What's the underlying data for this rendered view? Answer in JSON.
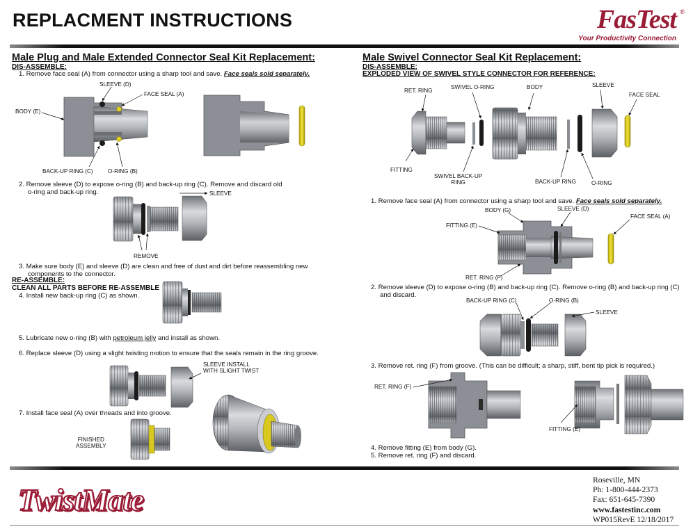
{
  "header": {
    "title": "REPLACMENT INSTRUCTIONS"
  },
  "brand_top": {
    "name": "FasTest",
    "tagline": "Your Productivity Connection",
    "registered": "®"
  },
  "left": {
    "heading": "Male Plug and Male Extended Connector Seal Kit Replacement:",
    "disassemble": "DIS-ASSEMBLE:",
    "step1_text": "1.  Remove face seal (A) from connector using a sharp tool and save. ",
    "step1_emph": "Face seals sold separately.",
    "labels1": {
      "sleeve": "SLEEVE (D)",
      "face_seal": "FACE SEAL (A)",
      "body": "BODY (E)",
      "backup": "BACK-UP RING (C)",
      "oring": "O-RING (B)"
    },
    "step2_a": "2.  Remove sleeve (D) to expose o-ring (B) and back-up ring (C). Remove and discard old",
    "step2_b": "o-ring and back-up ring.",
    "label_sleeve": "SLEEVE",
    "label_remove": "REMOVE",
    "step3_a": "3.  Make sure body (E) and sleeve (D) are clean and free of dust and dirt before reassembling new",
    "step3_b": "components to the connector.",
    "reassemble": "RE-ASSEMBLE:",
    "clean_note": "CLEAN ALL PARTS BEFORE RE-ASSEMBLE",
    "step4": "4.  Install new back-up ring (C) as shown.",
    "step5_a": "5.  Lubricate new o-ring (B) with ",
    "step5_link": "petroleum jelly",
    "step5_b": " and install as shown.",
    "step6": "6.  Replace sleeve (D) using a slight twisting motion to ensure that the seals remain in the ring groove.",
    "label_sleeve_install_1": "SLEEVE INSTALL",
    "label_sleeve_install_2": "WITH SLIGHT TWIST",
    "step7": "7.  Install face seal (A) over threads and into groove.",
    "label_finished_1": "FINISHED",
    "label_finished_2": "ASSEMBLY"
  },
  "right": {
    "heading": "Male Swivel Connector Seal Kit Replacement:",
    "disassemble": "DIS-ASSEMBLE:",
    "exploded_note": "EXPLODED VIEW OF SWIVEL STYLE CONNECTOR FOR REFERENCE:",
    "labels_exploded": {
      "ret_ring": "RET. RING",
      "swivel_oring": "SWIVEL O-RING",
      "body": "BODY",
      "sleeve": "SLEEVE",
      "face_seal": "FACE SEAL",
      "fitting": "FITTING",
      "swivel_backup_1": "SWIVEL BACK-UP",
      "swivel_backup_2": "RING",
      "backup": "BACK-UP RING",
      "oring": "O-RING"
    },
    "step1_text": "1.  Remove face seal (A) from connector using a sharp tool and save. ",
    "step1_emph": "Face seals sold separately.",
    "labels_step1": {
      "body": "BODY (G)",
      "sleeve": "SLEEVE (D)",
      "fitting": "FITTING (E)",
      "face_seal": "FACE SEAL (A)",
      "ret_ring": "RET. RING (F)"
    },
    "step2_a": "2.  Remove sleeve (D) to expose o-ring (B) and back-up ring (C). Remove o-ring (B) and back-up ring (C)",
    "step2_b": "and discard.",
    "labels_step2": {
      "backup": "BACK-UP RING (C)",
      "oring": "O-RING (B)",
      "sleeve": "SLEEVE"
    },
    "step3": "3.  Remove ret. ring (F) from groove. (This can be difficult; a sharp, stiff, bent tip pick is required.)",
    "labels_step3": {
      "ret_ring": "RET. RING (F)",
      "fitting": "FITTING (E)"
    },
    "step4": "4.  Remove fitting (E) from body (G).",
    "step5": "5.  Remove ret. ring (F) and discard."
  },
  "footer": {
    "brand": "TwistMate",
    "city": "Roseville, MN",
    "phone": "Ph: 1-800-444-2373",
    "fax": "Fax: 651-645-7390",
    "web": "www.fastestinc.com",
    "doc": "WP015RevE  12/18/2017"
  },
  "colors": {
    "brand": "#9a1b35",
    "seal": "#e3d21c",
    "metal": "#a9acb1"
  }
}
